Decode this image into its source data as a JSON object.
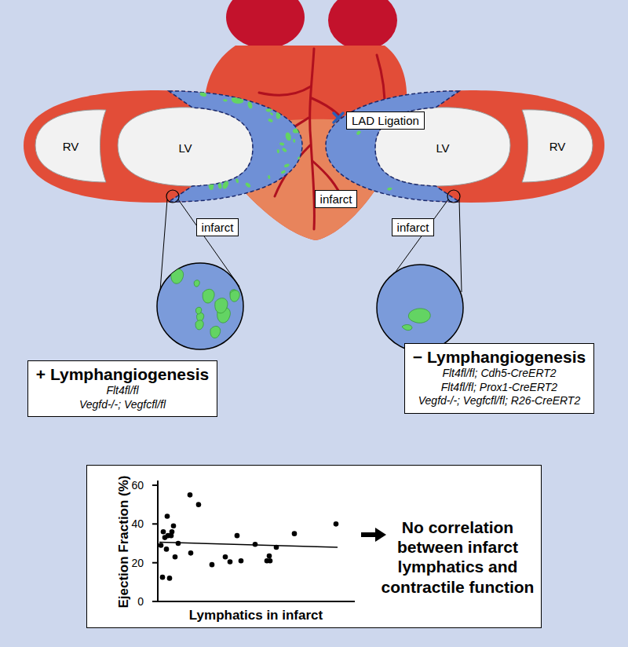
{
  "diagram": {
    "nodes": [
      {
        "text": [
          "LAD Ligation"
        ]
      },
      {
        "text": [
          "infarct"
        ]
      },
      {
        "text": [
          "infarct"
        ]
      },
      {
        "text": [
          "infarct"
        ]
      },
      {
        "text": [
          "+ Lymphangiogenesis",
          "Flt4fl/fl",
          "Vegfd-/-; Vegfcfl/fl"
        ]
      },
      {
        "text": [
          "− Lymphangiogenesis",
          "Flt4fl/fl; Cdh5-CreERT2",
          "Flt4fl/fl; Prox1-CreERT2",
          "Vegfd-/-; Vegfcfl/fl; R26-CreERT2"
        ]
      },
      {
        "text": [
          "No correlation between infarct lymphatics and contractile function"
        ]
      }
    ],
    "labels": [
      "RV",
      "LV",
      "LV",
      "RV",
      "Ejection Fraction (%)",
      "0",
      "20",
      "40",
      "60",
      "Lymphatics in infarct"
    ]
  }
}
